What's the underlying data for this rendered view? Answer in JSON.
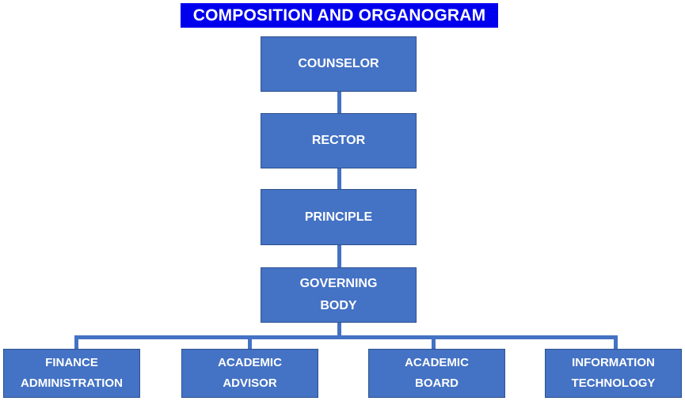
{
  "title": "COMPOSITION AND ORGANOGRAM",
  "chain": [
    "COUNSELOR",
    "RECTOR",
    "PRINCIPLE",
    "GOVERNING BODY"
  ],
  "departments": [
    "FINANCE ADMINISTRATION",
    "ACADEMIC ADVISOR",
    "ACADEMIC BOARD",
    "INFORMATION TECHNOLOGY"
  ],
  "colors": {
    "title_bg": "#0000ee",
    "box_fill": "#4472c4",
    "box_border": "#2f528f",
    "text": "#ffffff"
  }
}
